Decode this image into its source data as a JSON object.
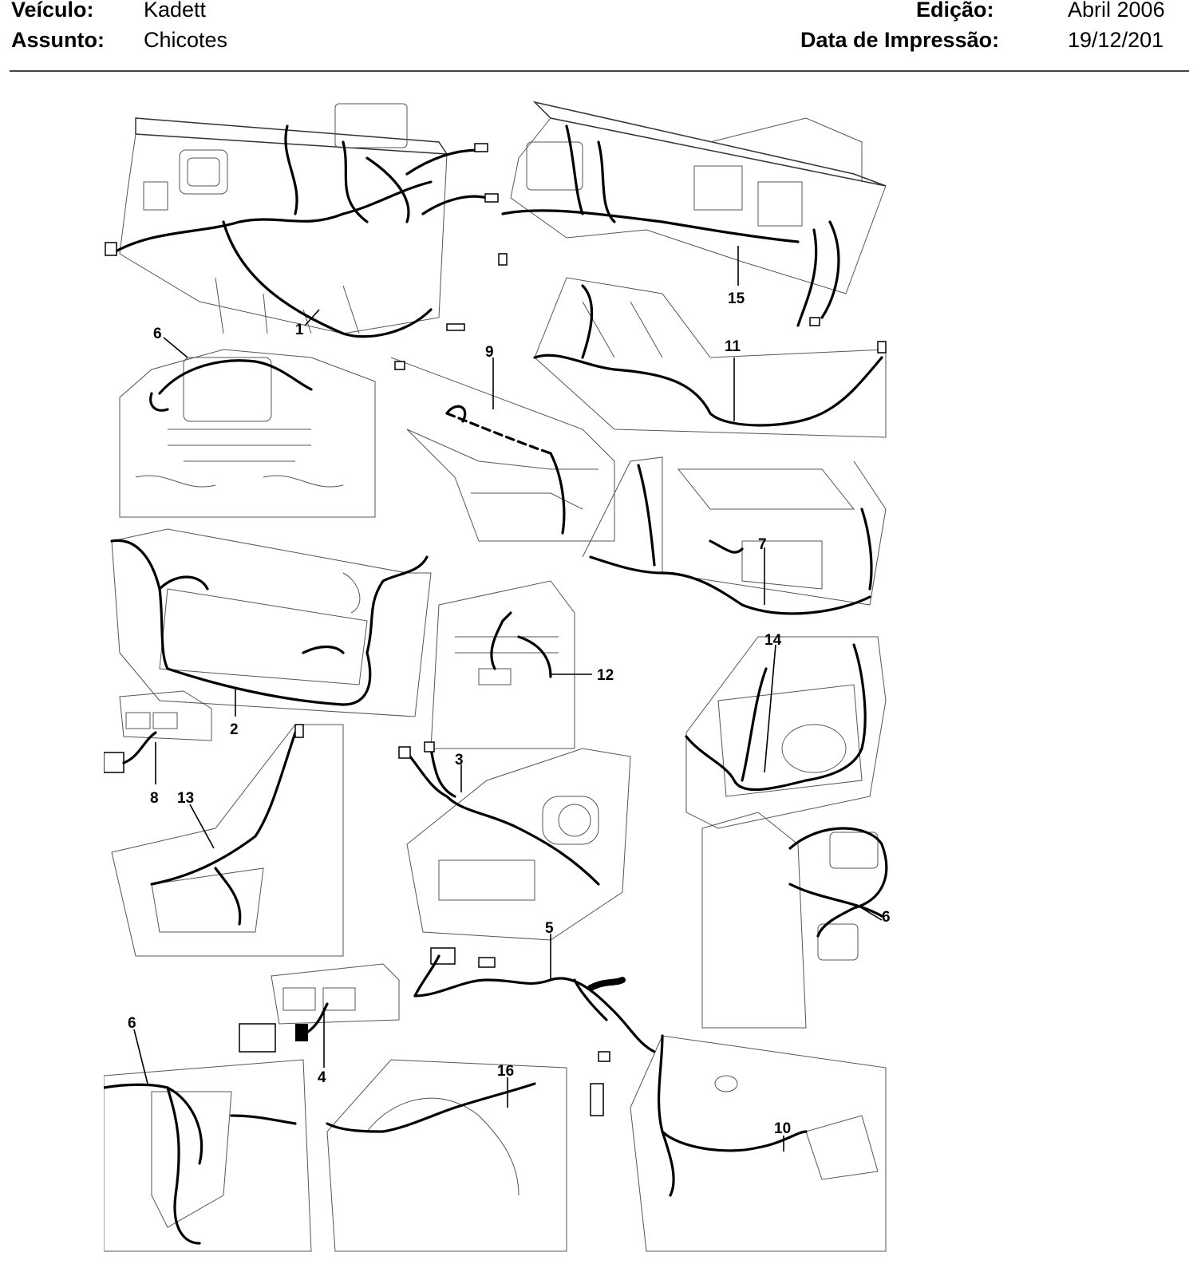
{
  "header": {
    "vehicle_label": "Veículo:",
    "vehicle_value": "Kadett",
    "subject_label": "Assunto:",
    "subject_value": "Chicotes",
    "edition_label": "Edição:",
    "edition_value": "Abril 2006",
    "print_date_label": "Data de Impressão:",
    "print_date_value": "19/12/201"
  },
  "callouts": [
    "1",
    "15",
    "6",
    "9",
    "11",
    "7",
    "12",
    "2",
    "14",
    "8",
    "13",
    "3",
    "6",
    "5",
    "6",
    "4",
    "16",
    "10"
  ]
}
